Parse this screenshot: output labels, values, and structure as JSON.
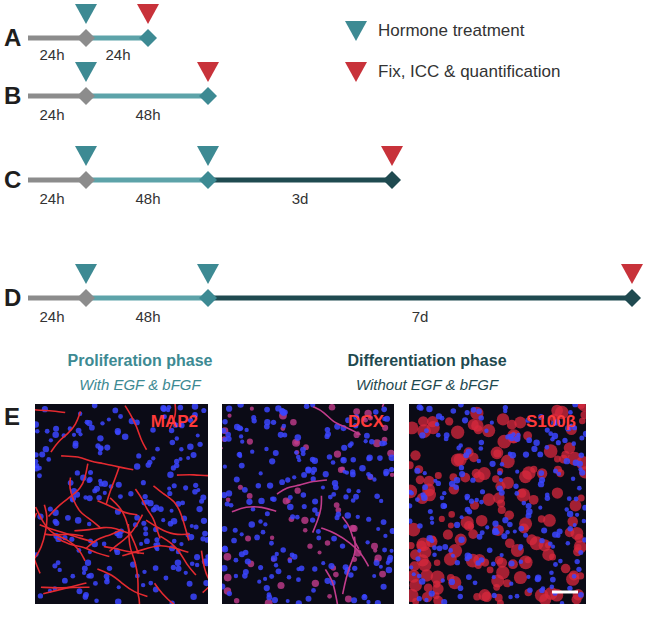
{
  "diagram": {
    "nodes": [
      {
        "text": [
          "MAP2"
        ]
      },
      {
        "text": [
          "DCX"
        ]
      },
      {
        "text": [
          "S100β"
        ]
      }
    ],
    "labels": [
      "A",
      "24h",
      "24h",
      "B",
      "24h",
      "48h",
      "C",
      "24h",
      "48h",
      "3d",
      "D",
      "24h",
      "48h",
      "7d",
      "Proliferation phase",
      "With EGF & bFGF",
      "Differentiation phase",
      "Without EGF & bFGF",
      "E"
    ],
    "legend": [
      {
        "text": "Hormone treatment",
        "color": "#3d8a93"
      },
      {
        "text": "Fix, ICC & quantification",
        "color": "#c8323a"
      }
    ]
  }
}
